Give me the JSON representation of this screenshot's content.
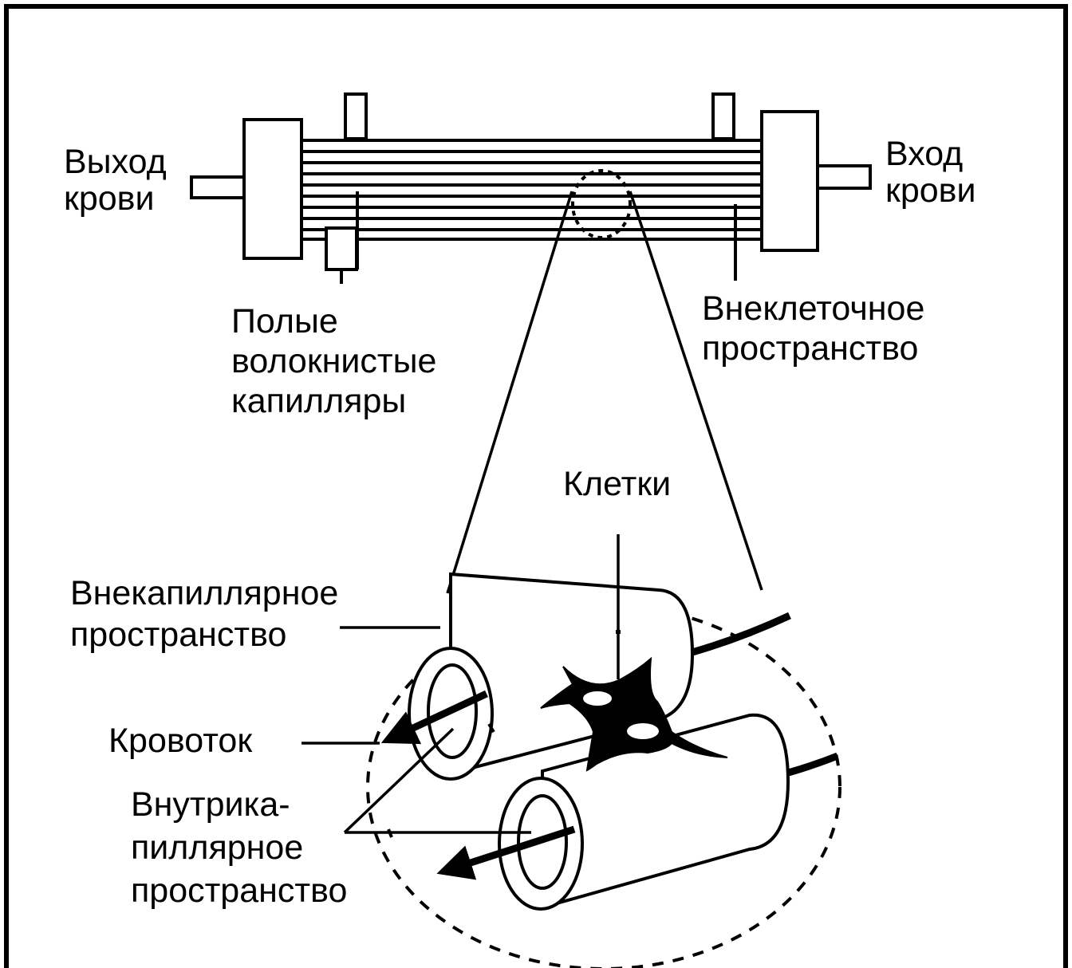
{
  "labels": {
    "blood_out": [
      "Выход",
      "крови"
    ],
    "blood_in": [
      "Вход",
      "крови"
    ],
    "hollow_fibers": [
      "Полые",
      "волокнистые",
      "капилляры"
    ],
    "extracellular": [
      "Внеклеточное",
      "пространство"
    ],
    "cells": "Клетки",
    "extracapillary": [
      "Внекапиллярное",
      "пространство"
    ],
    "blood_flow": "Кровоток",
    "intracapillary": [
      "Внутрика-",
      "пиллярное",
      "пространство"
    ]
  },
  "colors": {
    "ink": "#000000",
    "paper": "#ffffff"
  }
}
